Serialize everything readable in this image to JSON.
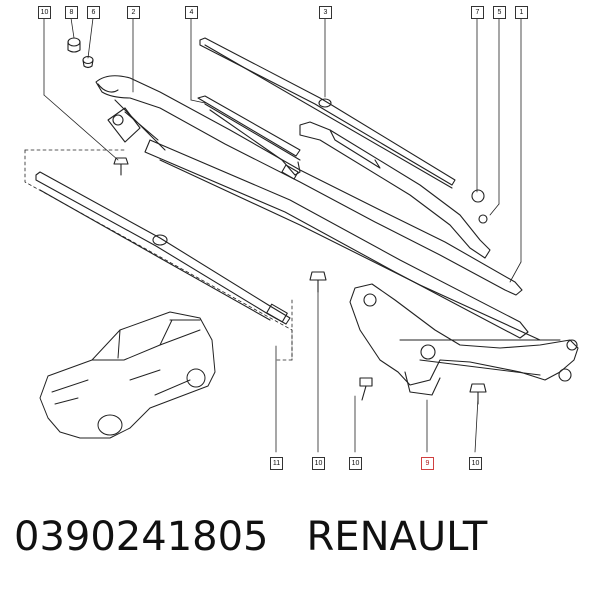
{
  "callouts": {
    "c10_top": "10",
    "c8": "8",
    "c6": "6",
    "c2": "2",
    "c4": "4",
    "c3": "3",
    "c7": "7",
    "c5": "5",
    "c1": "1",
    "c11": "11",
    "c10_b1": "10",
    "c10_b2": "10",
    "c9": "9",
    "c10_b3": "10"
  },
  "caption": {
    "part_number": "0390241805",
    "brand": "RENAULT"
  },
  "colors": {
    "line": "#222222",
    "highlight": "#d04040"
  }
}
